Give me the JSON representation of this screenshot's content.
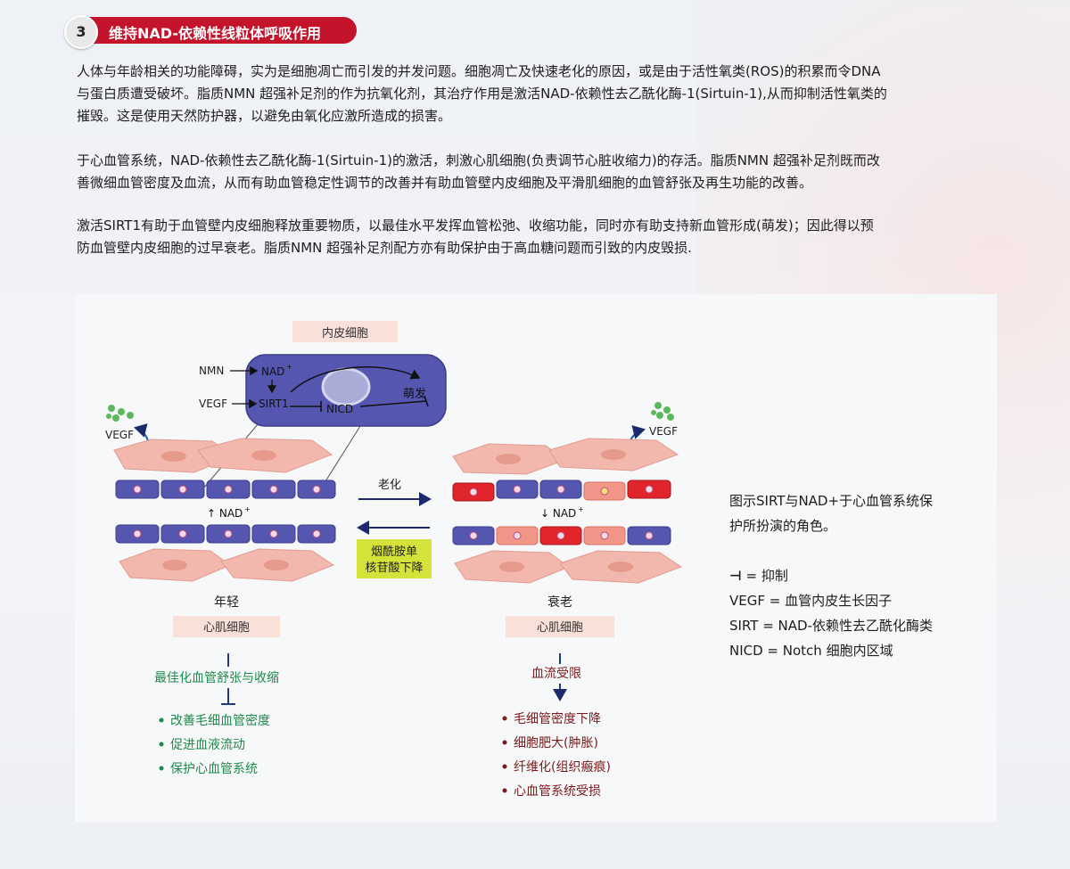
{
  "header": {
    "number": "3",
    "title": "维持NAD-依赖性线粒体呼吸作用"
  },
  "paragraphs": [
    {
      "lines": [
        "人体与年龄相关的功能障碍，实为是细胞凋亡而引发的并发问题。细胞凋亡及快速老化的原因，或是由于活性氧类(ROS)的积累而令DNA",
        "与蛋白质遭受破坏。脂质NMN  超强补足剂的作为抗氧化剂，其治疗作用是激活NAD-依赖性去乙酰化酶-1(Sirtuin-1),从而抑制活性氧类的",
        "摧毁。这是使用天然防护器，以避免由氧化应激所造成的损害。"
      ]
    },
    {
      "lines": [
        "于心血管系统，NAD-依赖性去乙酰化酶-1(Sirtuin-1)的激活，刺激心肌细胞(负责调节心脏收缩力)的存活。脂质NMN   超强补足剂既而改",
        "善微细血管密度及血流，从而有助血管稳定性调节的改善并有助血管壁内皮细胞及平滑肌细胞的血管舒张及再生功能的改善。"
      ]
    },
    {
      "lines": [
        "激活SIRT1有助于血管壁内皮细胞释放重要物质，以最佳水平发挥血管松弛、收缩功能，同时亦有助支持新血管形成(萌发)；因此得以预",
        "防血管壁内皮细胞的过早衰老。脂质NMN 超强补足剂配方亦有助保护由于高血糖问题而引致的内皮毁损."
      ]
    }
  ],
  "diagram": {
    "endothelial_label": "内皮细胞",
    "nmn": "NMN",
    "vegf_in": "VEGF",
    "nad": "NAD",
    "nad_sup": "+",
    "sirt1": "SIRT1",
    "nicd": "NICD",
    "sprouting": "萌发",
    "vegf_left": "VEGF",
    "vegf_right": "VEGF",
    "aging_label": "老化",
    "nad_up": "↑ NAD",
    "nad_down": "↓ NAD",
    "treatment_line1": "烟酰胺单",
    "treatment_line2": "核苷酸下降",
    "young_label": "年轻",
    "old_label": "衰老",
    "cardio_left": "心肌细胞",
    "cardio_right": "心肌细胞",
    "left_outcome": "最佳化血管舒张与收缩",
    "left_items": [
      "改善毛细血管密度",
      "促进血液流动",
      "保护心血管系统"
    ],
    "right_outcome": "血流受限",
    "right_items": [
      "毛细管密度下降",
      "细胞肥大(肿胀)",
      "纤维化(组织瘢痕)",
      "心血管系统受损"
    ]
  },
  "legend": {
    "caption_lines": [
      "图示SIRT与NAD+于心血管系统保",
      "护所扮演的角色。"
    ],
    "inhibit_symbol": "⊣",
    "inhibit_text": "= 抑制",
    "entries": [
      "VEGF = 血管内皮生长因子",
      "SIRT = NAD-依赖性去乙酰化酶类",
      "NICD = Notch 细胞内区域"
    ]
  },
  "colors": {
    "brand_red": "#c4142c",
    "endo_blue": "#5456b0",
    "cardio_pink": "#f2b7ad",
    "damaged_red": "#e0262c",
    "green": "#1f8a4a",
    "dark_red": "#7a1a1a",
    "yellow_box": "#d5e23a"
  }
}
